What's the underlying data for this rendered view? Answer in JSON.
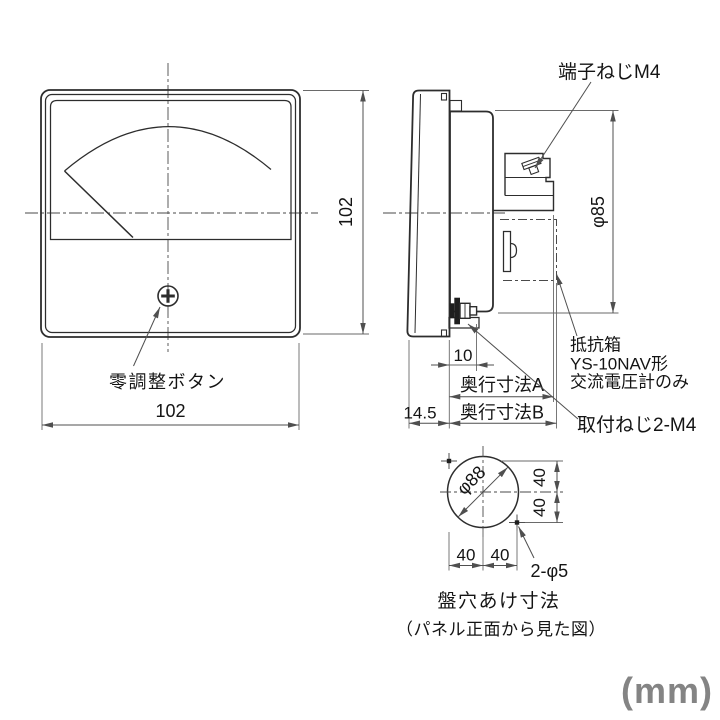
{
  "unit": "(mm)",
  "front": {
    "width": "102",
    "height": "102",
    "zero_adjust": "零調整ボタン"
  },
  "side": {
    "terminal_screw": "端子ねじM4",
    "body_diameter": "φ85",
    "stud_length": "10",
    "depth_a": "奥行寸法A",
    "bezel_depth": "14.5",
    "depth_b": "奥行寸法B",
    "resistor_1": "抵抗箱",
    "resistor_2": "YS-10NAV形",
    "resistor_3": "交流電圧計のみ",
    "mount_screw": "取付ねじ2-M4"
  },
  "cutout": {
    "hole_diameter": "φ88",
    "right_top": "40",
    "right_bottom": "40",
    "bottom_left": "40",
    "bottom_right": "40",
    "screw_holes": "2-φ5",
    "caption": "盤穴あけ寸法",
    "subcaption": "（パネル正面から見た図）"
  }
}
